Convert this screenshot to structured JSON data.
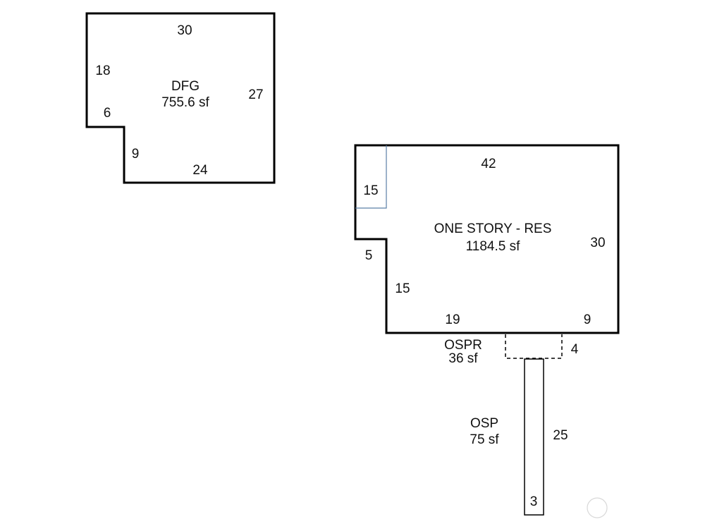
{
  "areas": {
    "dfg": {
      "name": "DFG",
      "size": "755.6 sf"
    },
    "res": {
      "name": "ONE STORY - RES",
      "size": "1184.5 sf"
    },
    "ospr": {
      "name": "OSPR",
      "size": "36 sf"
    },
    "osp": {
      "name": "OSP",
      "size": "75 sf"
    }
  },
  "dimensions": {
    "dfg_top": "30",
    "dfg_left_upper": "18",
    "dfg_step": "6",
    "dfg_left_lower": "9",
    "dfg_bottom": "24",
    "dfg_right": "27",
    "res_top": "42",
    "res_inner": "15",
    "res_step": "5",
    "res_left": "15",
    "res_bottom_left": "19",
    "res_bottom_right": "9",
    "res_right": "30",
    "ospr_side": "4",
    "osp_length": "25",
    "osp_width": "3"
  },
  "colors": {
    "outline": "#000000",
    "inner_line": "#5b7fa6",
    "watermark": "#d8d8d8"
  }
}
